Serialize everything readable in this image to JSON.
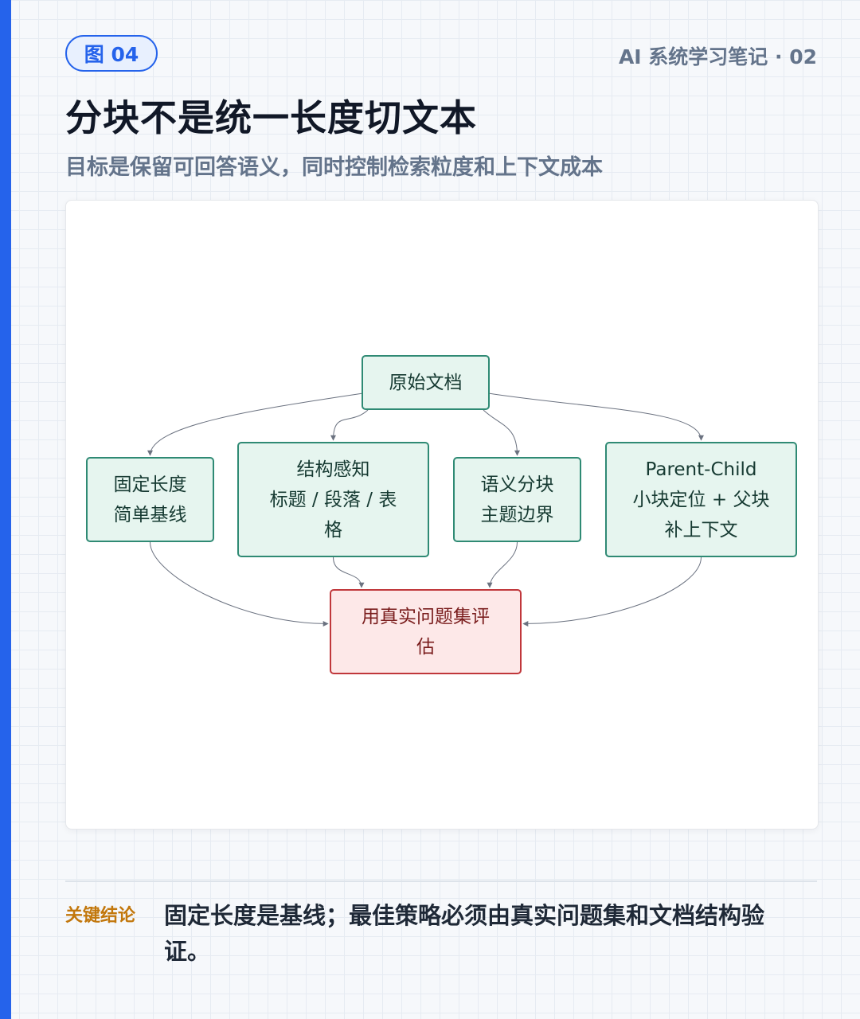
{
  "header": {
    "badge": "图 04",
    "series": "AI 系统学习笔记 · 02",
    "title": "分块不是统一长度切文本",
    "subtitle": "目标是保留可回答语义，同时控制检索粒度和上下文成本"
  },
  "diagram": {
    "nodes": [
      {
        "id": "source",
        "lines": [
          "原始文档"
        ],
        "kind": "normal"
      },
      {
        "id": "fixed",
        "lines": [
          "固定长度",
          "简单基线"
        ],
        "kind": "normal"
      },
      {
        "id": "structure",
        "lines": [
          "结构感知",
          "标题 / 段落 / 表",
          "格"
        ],
        "kind": "normal"
      },
      {
        "id": "semantic",
        "lines": [
          "语义分块",
          "主题边界"
        ],
        "kind": "normal"
      },
      {
        "id": "parent",
        "lines": [
          "Parent-Child",
          "小块定位 + 父块",
          "补上下文"
        ],
        "kind": "normal"
      },
      {
        "id": "eval",
        "lines": [
          "用真实问题集评",
          "估"
        ],
        "kind": "eval"
      }
    ],
    "edges": [
      {
        "from": "source",
        "to": "fixed"
      },
      {
        "from": "source",
        "to": "structure"
      },
      {
        "from": "source",
        "to": "semantic"
      },
      {
        "from": "source",
        "to": "parent"
      },
      {
        "from": "fixed",
        "to": "eval"
      },
      {
        "from": "structure",
        "to": "eval"
      },
      {
        "from": "semantic",
        "to": "eval"
      },
      {
        "from": "parent",
        "to": "eval"
      }
    ],
    "colors": {
      "node_fill": "#e6f5ef",
      "node_border": "#2f8a74",
      "eval_fill": "#fde8e8",
      "eval_border": "#c0373b",
      "edge": "#6b7280"
    }
  },
  "conclusion": {
    "label": "关键结论",
    "text": "固定长度是基线；最佳策略必须由真实问题集和文档结构验证。"
  }
}
